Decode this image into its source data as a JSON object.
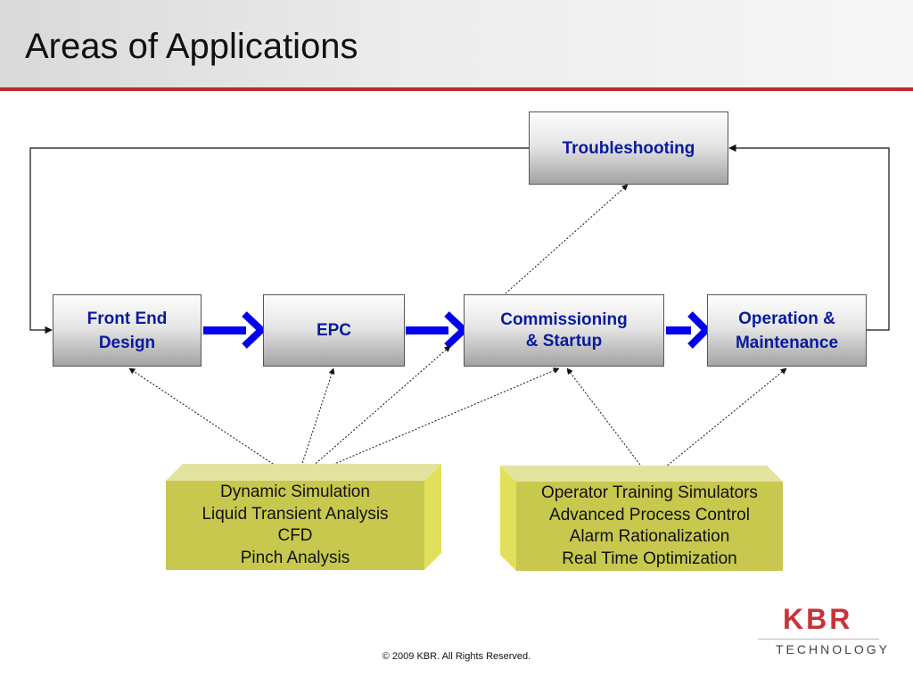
{
  "slide": {
    "title": "Areas of Applications",
    "copyright": "© 2009 KBR. All Rights Reserved."
  },
  "diagram": {
    "stages": [
      {
        "id": "front-end-design",
        "label": "Front End\nDesign"
      },
      {
        "id": "epc",
        "label": "EPC"
      },
      {
        "id": "commissioning-startup",
        "label": "Commissioning\n& Startup"
      },
      {
        "id": "operation-maintenance",
        "label": "Operation &\nMaintenance"
      }
    ],
    "troubleshooting": {
      "label": "Troubleshooting"
    },
    "design_tools": {
      "items": [
        "Dynamic Simulation",
        "Liquid Transient Analysis",
        "CFD",
        "Pinch Analysis"
      ]
    },
    "operations_tools": {
      "items": [
        "Operator Training Simulators",
        "Advanced Process Control",
        "Alarm Rationalization",
        "Real Time Optimization"
      ]
    }
  },
  "logo": {
    "name": "KBR",
    "tagline": "TECHNOLOGY"
  },
  "colors": {
    "accent_red": "#c0282e",
    "stage_text": "#0a1a9e",
    "flow_arrow": "#0000ee",
    "tool_box_fill": "#c8c84e"
  }
}
